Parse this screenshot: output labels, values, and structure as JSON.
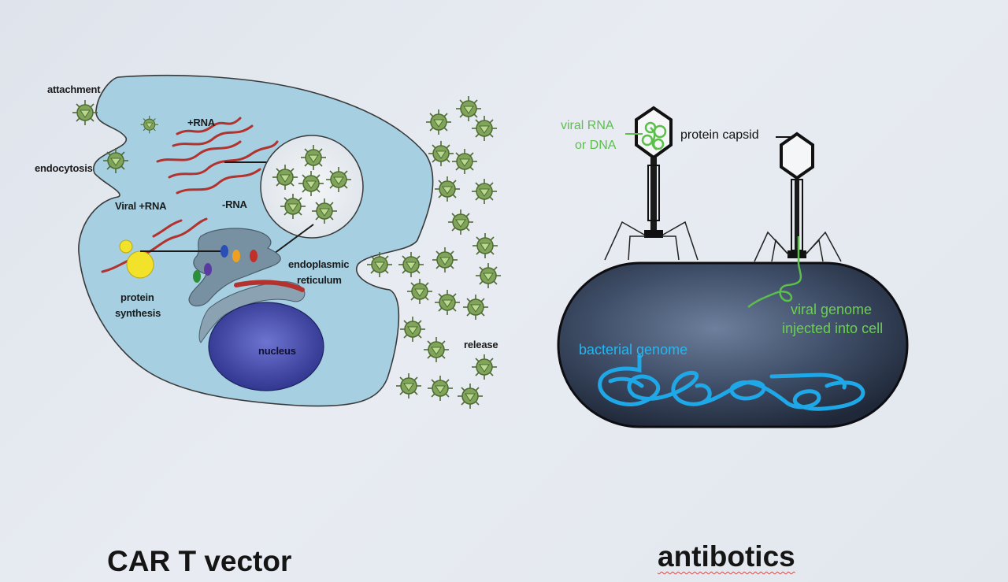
{
  "left_diagram": {
    "labels": {
      "attachment": "attachment",
      "endocytosis": "endocytosis",
      "plus_rna": "+RNA",
      "minus_rna": "-RNA",
      "viral_plus_rna": "Viral +RNA",
      "protein": "protein",
      "synthesis": "synthesis",
      "endoplasmic": "endoplasmic",
      "reticulum": "reticulum",
      "nucleus": "nucleus",
      "release": "release"
    },
    "colors": {
      "cell": "#a6d0e2",
      "nucleus": "#3a3fa3",
      "rna": "#b3322e",
      "virus": "#6e8f4a"
    }
  },
  "right_diagram": {
    "labels": {
      "viral_rna": "viral RNA",
      "or_dna": "or DNA",
      "protein_capsid": "protein capsid",
      "viral_genome": "viral genome",
      "injected_into_cell": "injected into cell",
      "bacterial_genome": "bacterial genome"
    },
    "colors": {
      "bacterium": "#2a3446",
      "bacterial_genome": "#1fa8e8",
      "viral_genome": "#5bbf4a"
    }
  },
  "captions": {
    "left": "CAR T vector",
    "right": "antibotics"
  }
}
